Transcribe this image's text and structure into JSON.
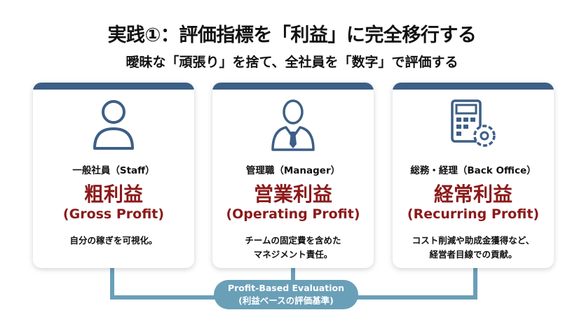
{
  "title": "実践①：評価指標を「利益」に完全移行する",
  "subtitle": "曖昧な「頑張り」を捨て、全社員を「数字」で評価する",
  "cards": [
    {
      "icon": "person-icon",
      "role": "一般社員（Staff）",
      "metric": "粗利益",
      "metric_en": "(Gross Profit)",
      "desc": [
        "自分の稼ぎを可視化。"
      ]
    },
    {
      "icon": "manager-icon",
      "role": "管理職（Manager）",
      "metric": "営業利益",
      "metric_en": "(Operating Profit)",
      "desc": [
        "チームの固定費を含めた",
        "マネジメント責任。"
      ]
    },
    {
      "icon": "calculator-gear-icon",
      "role": "総務・経理（Back Office）",
      "metric": "経常利益",
      "metric_en": "(Recurring Profit)",
      "desc": [
        "コスト削減や助成金獲得など、",
        "経営者目線での貢献。"
      ]
    }
  ],
  "footer": {
    "line1": "Profit-Based Evaluation",
    "line2": "(利益ベースの評価基準)"
  },
  "colors": {
    "header_bar": "#3d5f86",
    "accent": "#8b1a1a",
    "connector": "#6a9fb8"
  }
}
